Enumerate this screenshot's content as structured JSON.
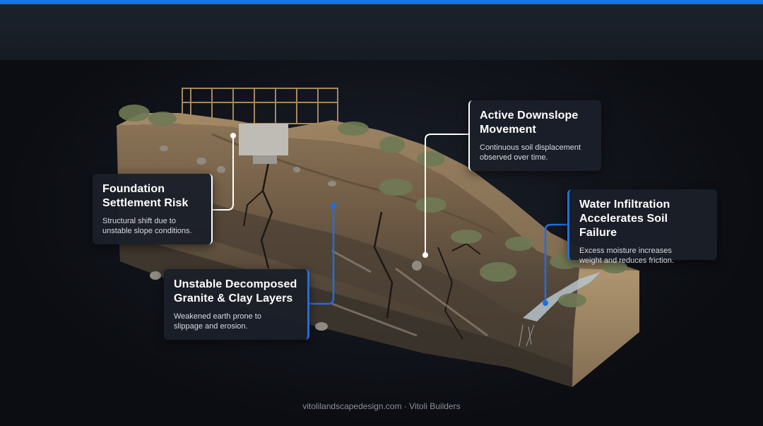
{
  "callouts": {
    "foundation": {
      "title_l1": "Foundation",
      "title_l2": "Settlement Risk",
      "desc_l1": "Structural shift due to",
      "desc_l2": "unstable slope conditions."
    },
    "downslope": {
      "title_l1": "Active Downslope",
      "title_l2": "Movement",
      "desc_l1": "Continuous soil displacement",
      "desc_l2": "observed over time."
    },
    "water": {
      "title_l1": "Water Infiltration",
      "title_l2": "Accelerates Soil Failure",
      "desc_l1": "Excess moisture increases",
      "desc_l2": "weight and reduces friction."
    },
    "granite": {
      "title_l1": "Unstable Decomposed",
      "title_l2": "Granite & Clay Layers",
      "desc_l1": "Weakened earth prone to",
      "desc_l2": "slippage and erosion."
    }
  },
  "footer": {
    "credit": "vitolilandscapedesign.com · Vitoli Builders"
  },
  "colors": {
    "accent_blue": "#1f6fe0",
    "top_bar": "#1a73e8",
    "background": "#0b0d12"
  }
}
